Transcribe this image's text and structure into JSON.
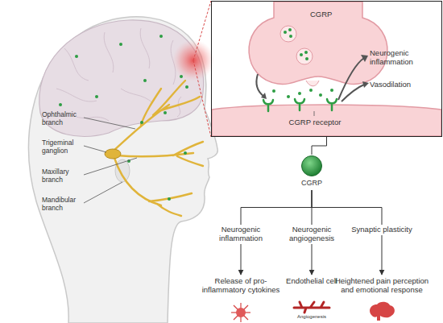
{
  "diagram": {
    "nodes": [
      {
        "text": [
          "CGRP",
          "Neurogenic inflammation",
          "Vasodilation",
          "CGRP receptor"
        ]
      },
      {
        "text": [
          "CGRP"
        ]
      },
      {
        "text": [
          "Neurogenic inflammation"
        ]
      },
      {
        "text": [
          "Neurogenic angiogenesis"
        ]
      },
      {
        "text": [
          "Synaptic plasticity"
        ]
      },
      {
        "text": [
          "Release of pro-inflammatory cytokines"
        ]
      },
      {
        "text": [
          "Endothelial cell"
        ]
      },
      {
        "text": [
          "Heightened pain perception and emotional response"
        ]
      }
    ],
    "edges": [
      {
        "from": 0,
        "to": 1,
        "arrow": "none"
      },
      {
        "from": 1,
        "to": 2,
        "arrow": "none"
      },
      {
        "from": 1,
        "to": 3,
        "arrow": "none"
      },
      {
        "from": 1,
        "to": 4,
        "arrow": "none"
      },
      {
        "from": 2,
        "to": 5,
        "arrow": "to"
      },
      {
        "from": 3,
        "to": 6,
        "arrow": "to"
      },
      {
        "from": 4,
        "to": 7,
        "arrow": "to"
      }
    ],
    "labels": [
      "Ophthalmic branch",
      "Trigeminal ganglion",
      "Maxillary branch",
      "Mandibular branch",
      "Angiogenesis"
    ]
  }
}
